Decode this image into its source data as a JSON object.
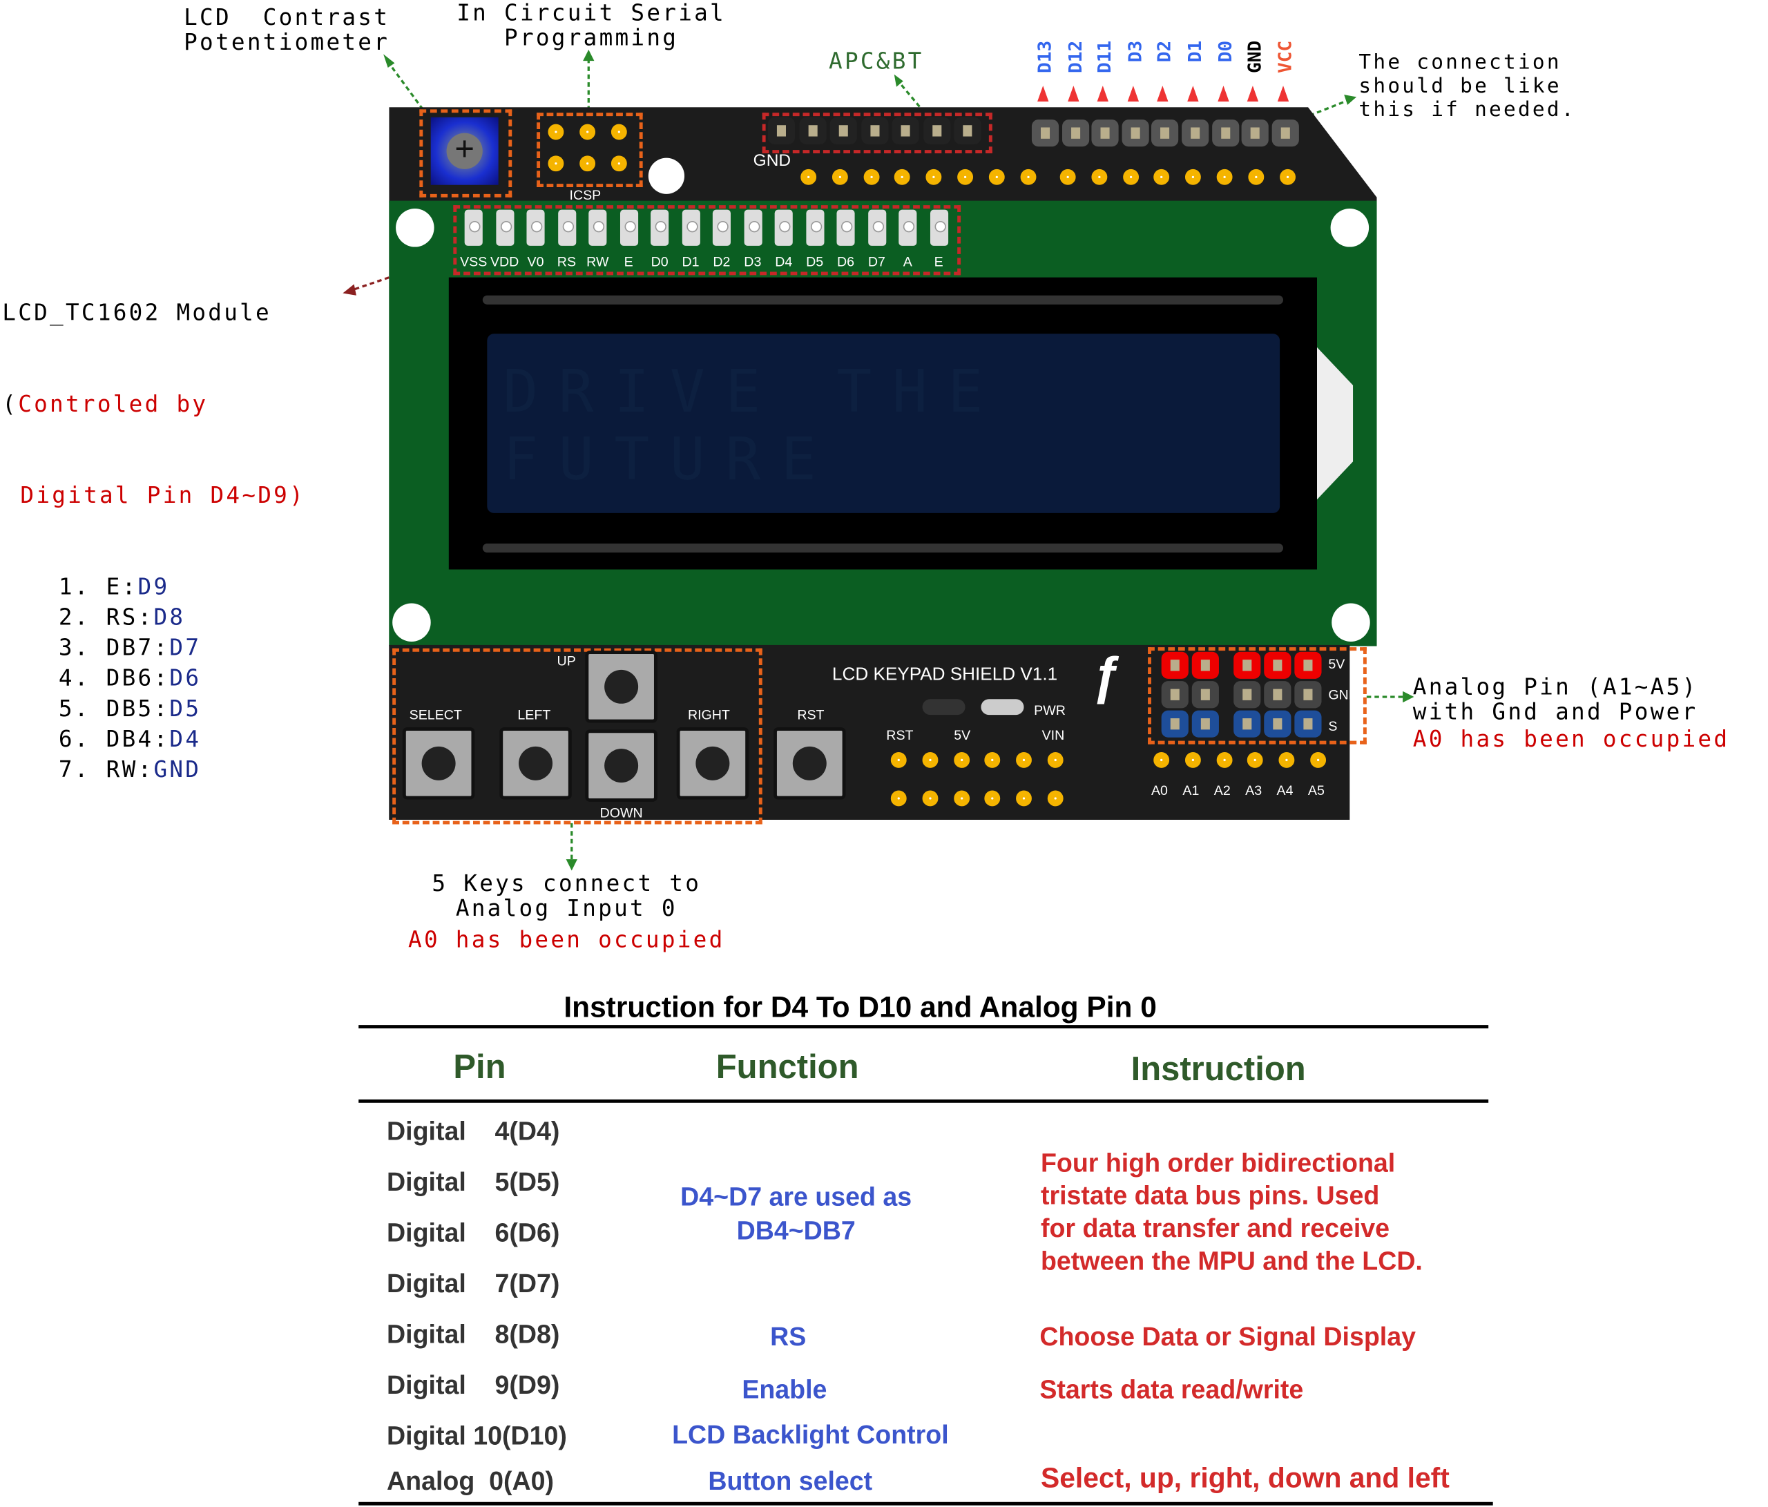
{
  "annotations": {
    "lcd_contrast": [
      "LCD  Contrast",
      "Potentiometer"
    ],
    "icsp": [
      "In Circuit Serial",
      "Programming"
    ],
    "apc_bt": "APC&BT",
    "connection_note": [
      "The connection",
      "should be like",
      "this if needed."
    ],
    "lcd_module": {
      "title": "LCD_TC1602 Module",
      "line2_prefix": "(",
      "line2": "Controled by",
      "line3": "Digital Pin D4~D9)",
      "pins": [
        {
          "n": "1. ",
          "name": "E:",
          "val": "D9"
        },
        {
          "n": "2. ",
          "name": "RS:",
          "val": "D8"
        },
        {
          "n": "3. ",
          "name": "DB7:",
          "val": "D7"
        },
        {
          "n": "4. ",
          "name": "DB6:",
          "val": "D6"
        },
        {
          "n": "5. ",
          "name": "DB5:",
          "val": "D5"
        },
        {
          "n": "6. ",
          "name": "DB4:",
          "val": "D4"
        },
        {
          "n": "7. ",
          "name": "RW:",
          "val": "GND"
        }
      ]
    },
    "analog_pin": [
      "Analog Pin (A1~A5)",
      "with Gnd and Power",
      "A0 has been occupied"
    ],
    "keys": [
      "5 Keys connect to",
      "Analog Input 0",
      "A0 has been occupied"
    ]
  },
  "board": {
    "header_pins": [
      "D13",
      "D12",
      "D11",
      "D3",
      "D2",
      "D1",
      "D0",
      "GND",
      "VCC"
    ],
    "icsp_label": "ICSP",
    "gnd_label": "GND",
    "lcd_pins": [
      "VSS",
      "VDD",
      "V0",
      "RS",
      "RW",
      "E",
      "D0",
      "D1",
      "D2",
      "D3",
      "D4",
      "D5",
      "D6",
      "D7",
      "A",
      "E"
    ],
    "lcd_text": "DRIVE THE FUTURE",
    "title": "LCD KEYPAD SHIELD V1.1",
    "pwr": "PWR",
    "buttons": {
      "up": "UP",
      "select": "SELECT",
      "left": "LEFT",
      "right": "RIGHT",
      "rst": "RST",
      "down": "DOWN"
    },
    "power_labels": [
      "RST",
      "5V",
      "VIN"
    ],
    "rail_labels": [
      "5V",
      "GND",
      "S"
    ],
    "analog_labels": [
      "A0",
      "A1",
      "A2",
      "A3",
      "A4",
      "A5"
    ]
  },
  "table": {
    "title": "Instruction for D4 To D10 and Analog Pin 0",
    "headers": [
      "Pin",
      "Function",
      "Instruction"
    ],
    "pins": [
      "Digital    4(D4)",
      "Digital    5(D5)",
      "Digital    6(D6)",
      "Digital    7(D7)",
      "Digital    8(D8)",
      "Digital    9(D9)",
      "Digital 10(D10)",
      "Analog  0(A0)"
    ],
    "functions": {
      "d4_d7": [
        "D4~D7 are used as",
        "DB4~DB7"
      ],
      "d8": "RS",
      "d9": "Enable",
      "d10": "LCD Backlight Control",
      "a0": "Button select"
    },
    "instructions": {
      "d4_d7": [
        "Four high order bidirectional",
        "tristate data bus pins. Used",
        "for data transfer and receive",
        "between the MPU and the LCD."
      ],
      "d8": "Choose Data or Signal Display",
      "d9": "Starts data read/write",
      "a0": "Select, up, right, down and left"
    }
  },
  "colors": {
    "pcb": "#0b5e22",
    "black": "#1c1c1c",
    "pad": "#f5b400",
    "dash": "#e8621a"
  }
}
